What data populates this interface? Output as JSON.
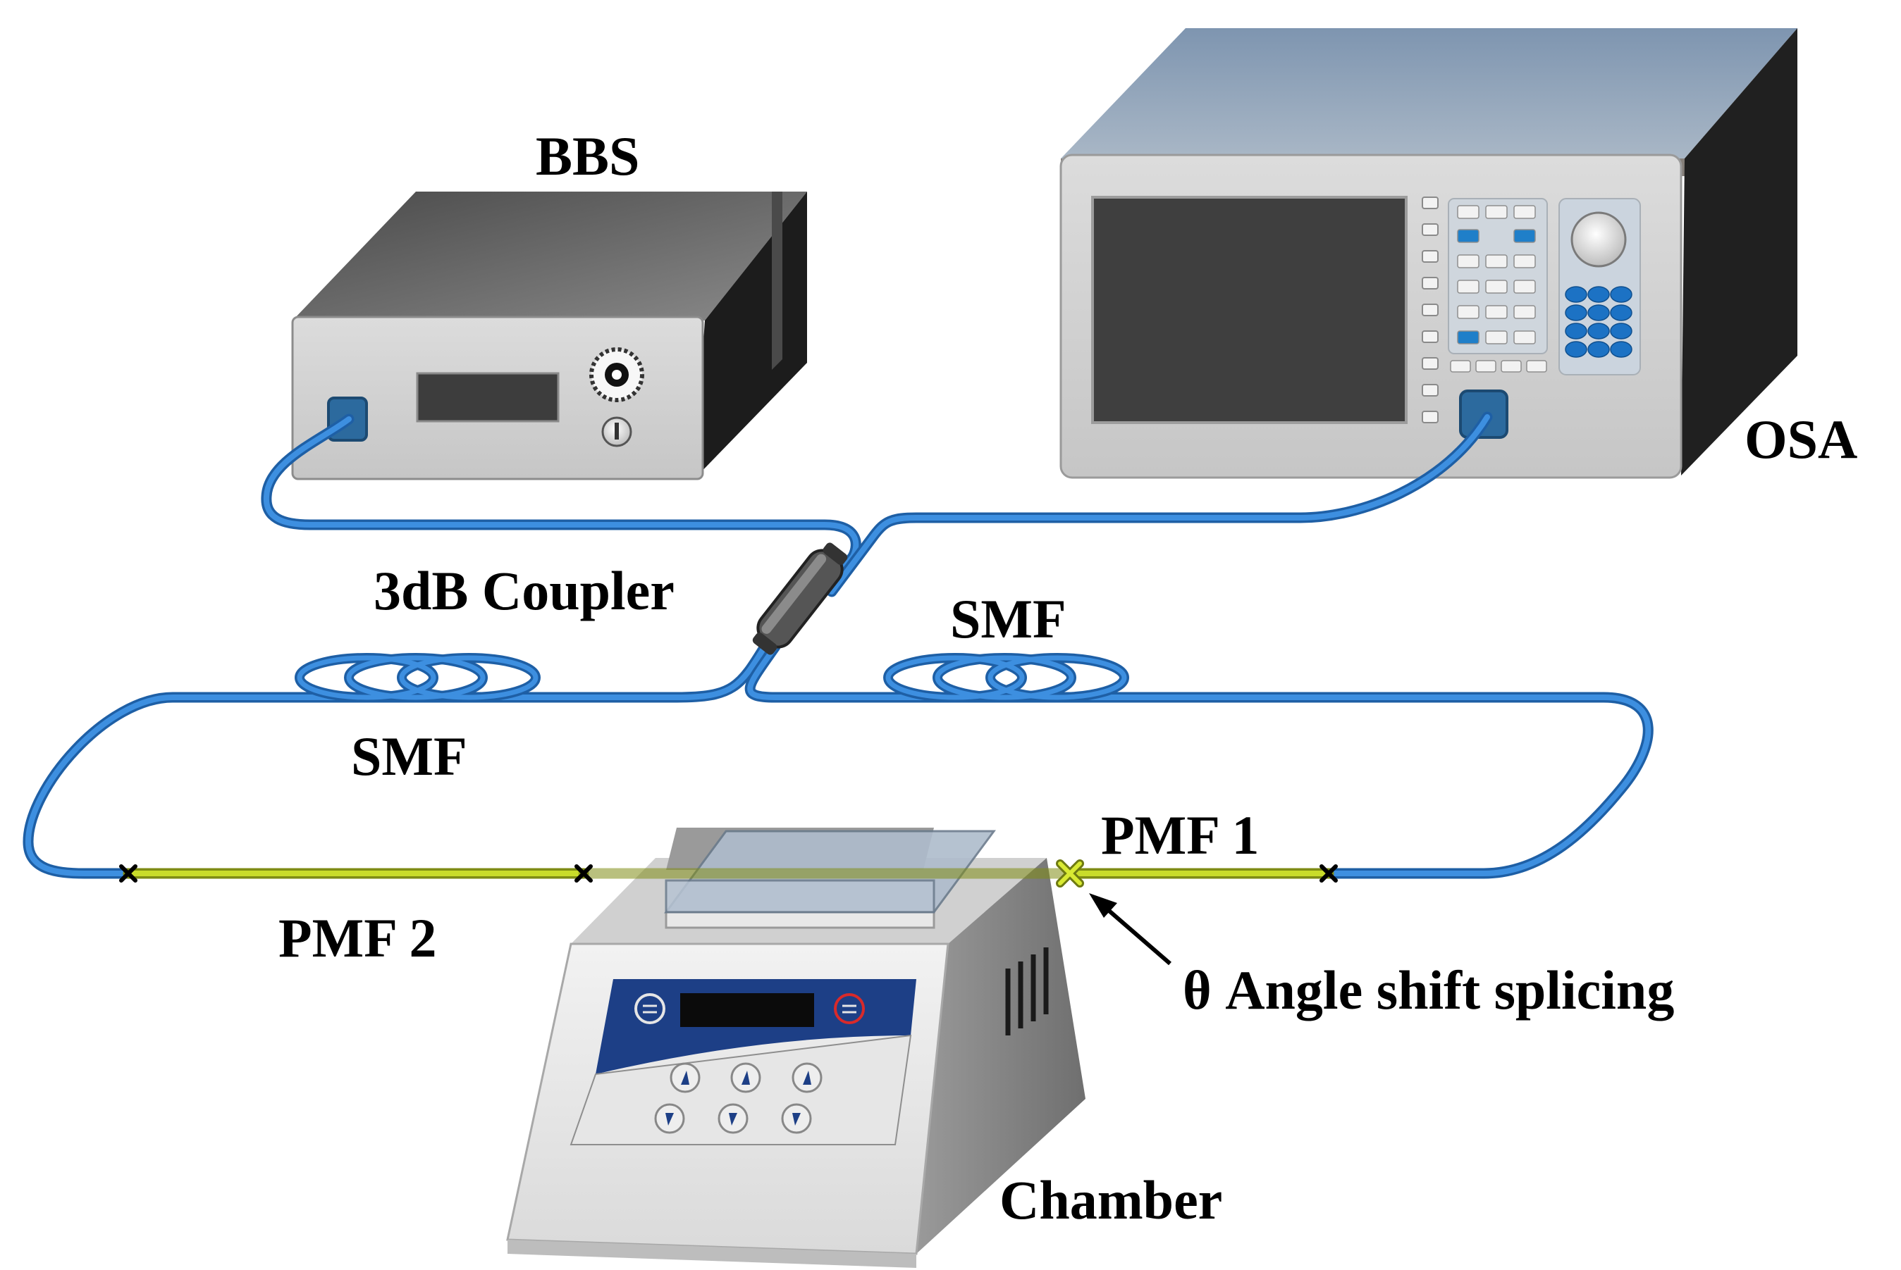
{
  "labels": {
    "bbs": "BBS",
    "osa": "OSA",
    "coupler": "3dB Coupler",
    "smf_left": "SMF",
    "smf_right": "SMF",
    "pmf1": "PMF 1",
    "pmf2": "PMF 2",
    "splice": "θ Angle shift splicing",
    "chamber": "Chamber"
  },
  "colors": {
    "fiber_smf": "#2f7fd0",
    "fiber_pmf": "#b9cc22",
    "splice_mark": "#000000",
    "chamber_panel": "#1d3f86"
  }
}
